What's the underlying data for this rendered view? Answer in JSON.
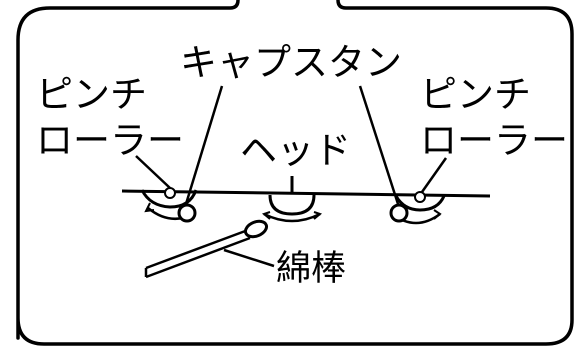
{
  "labels": {
    "pinch_roller_left": {
      "line1": "ピンチ",
      "line2": "ローラー"
    },
    "capstan": "キャプスタン",
    "head": "ヘッド",
    "pinch_roller_right": {
      "line1": "ピンチ",
      "line2": "ローラー"
    },
    "cotton_swab": "綿棒"
  },
  "colors": {
    "line": "#000000",
    "background": "#ffffff"
  }
}
